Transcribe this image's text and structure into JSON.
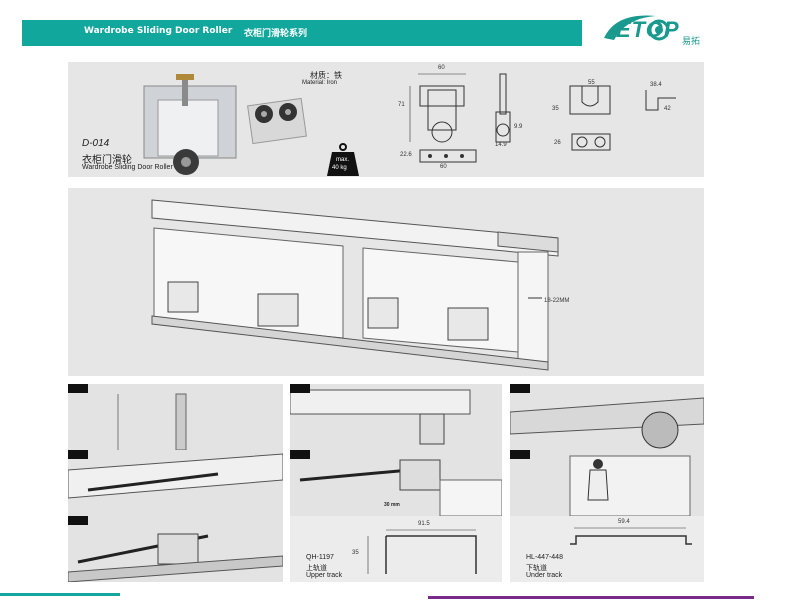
{
  "header": {
    "title_en": "Wardrobe Sliding Door Roller",
    "title_cn": "衣柜门滑轮系列",
    "brand": "ETOP",
    "brand_cn": "易拓",
    "accent_color": "#12a79d",
    "brand_color": "#1a9a8f"
  },
  "product": {
    "code": "D-014",
    "name_cn": "衣柜门滑轮",
    "name_en": "Wardrobe Sliding Door Roller",
    "material_cn": "材质：铁",
    "material_en": "Material: Iron",
    "load_max": "max.",
    "load_value": "40 kg"
  },
  "dimensions": {
    "front_width": "60",
    "front_height": "71",
    "side_a": "9.9",
    "side_b": "14.9",
    "base_height": "22.6",
    "base_width": "60",
    "plate_width": "55",
    "plate_height": "35",
    "plate_small": "26",
    "bracket_width": "38.4",
    "bracket_height": "42"
  },
  "assembly": {
    "gap_label": "18-22MM"
  },
  "install": {
    "screw_label": "30 mm",
    "upper_track_code": "QH-1197",
    "upper_track_cn": "上轨道",
    "upper_track_en": "Upper track",
    "upper_width": "91.5",
    "upper_height": "35",
    "under_track_code": "HL-447-448",
    "under_track_cn": "下轨道",
    "under_track_en": "Under track",
    "under_width": "59.4"
  }
}
